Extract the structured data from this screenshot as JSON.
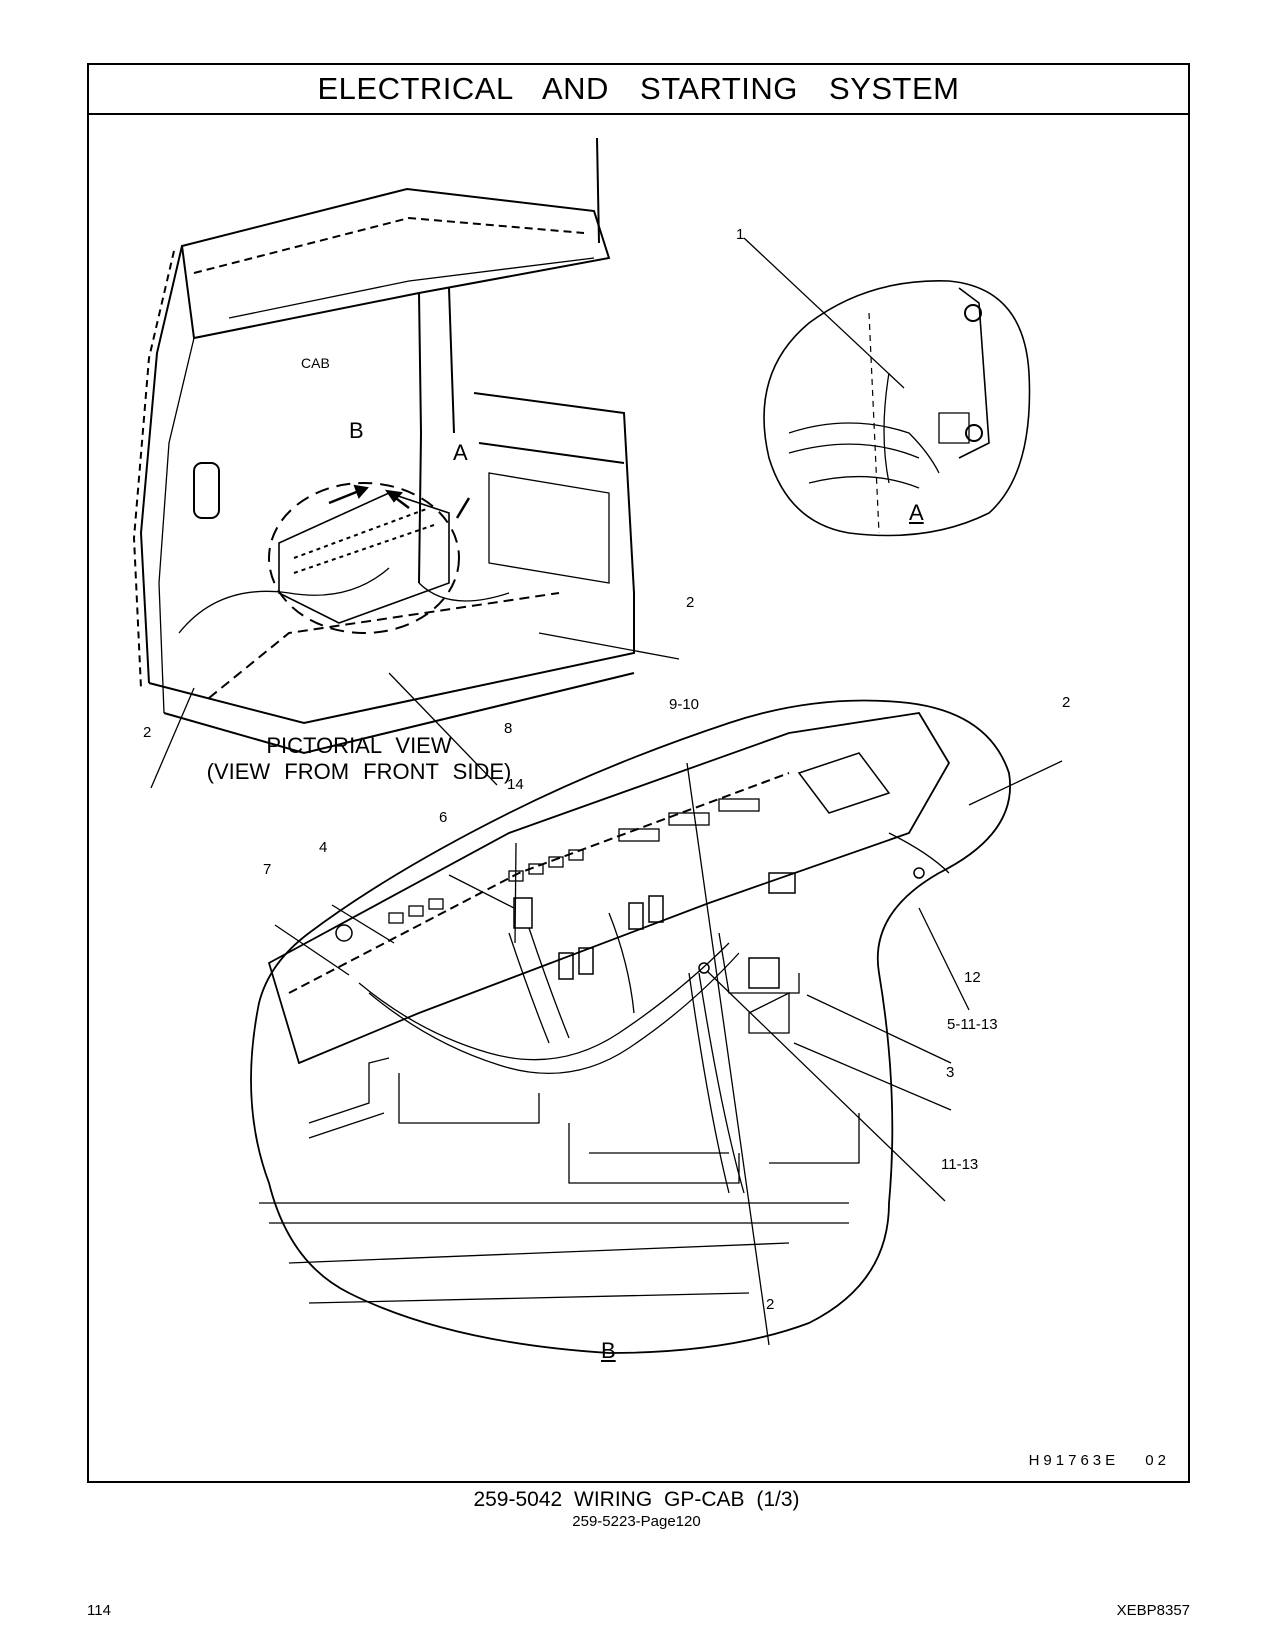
{
  "header": {
    "title": "ELECTRICAL AND STARTING SYSTEM"
  },
  "pictorial": {
    "caption_line1": "PICTORIAL VIEW",
    "caption_line2": "(VIEW FROM FRONT SIDE)",
    "cab_label": "CAB",
    "view_marker_b": "B",
    "view_marker_a": "A",
    "callouts": [
      "2",
      "2",
      "8"
    ]
  },
  "detail_a": {
    "letter": "A",
    "callouts": [
      "1"
    ]
  },
  "detail_b": {
    "letter": "B",
    "callouts": [
      "9-10",
      "2",
      "14",
      "6",
      "4",
      "7",
      "12",
      "5-11-13",
      "3",
      "11-13",
      "2"
    ]
  },
  "drawing_id": "H91763E 02",
  "part_title": "259-5042 WIRING GP-CAB (1/3)",
  "sub_ref": "259-5223-Page120",
  "footer": {
    "page_number": "114",
    "doc_code": "XEBP8357"
  }
}
